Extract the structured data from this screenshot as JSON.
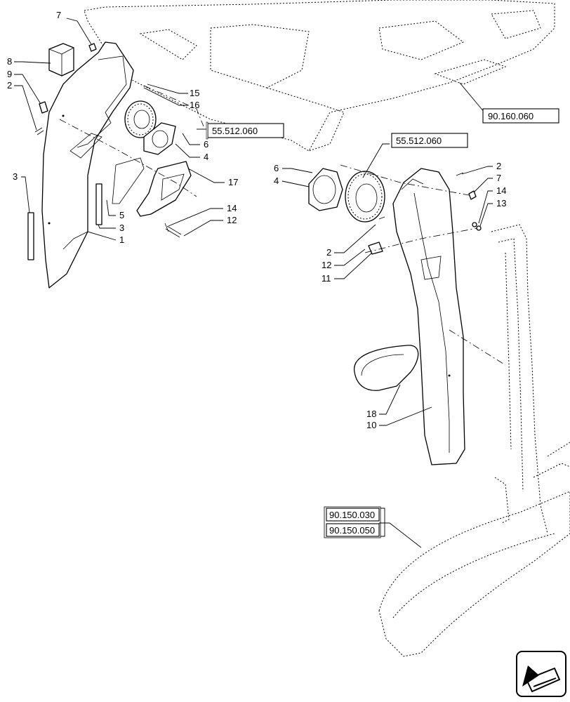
{
  "callouts": {
    "left": {
      "n7": "7",
      "n8": "8",
      "n9": "9",
      "n2": "2",
      "n3a": "3",
      "n15": "15",
      "n16": "16",
      "n6": "6",
      "n4": "4",
      "n17": "17",
      "n5": "5",
      "n3b": "3",
      "n1": "1",
      "n14": "14",
      "n12": "12"
    },
    "right": {
      "n6": "6",
      "n4": "4",
      "n2a": "2",
      "n7": "7",
      "n14": "14",
      "n13": "13",
      "n2b": "2",
      "n12": "12",
      "n11": "11",
      "n18": "18",
      "n10": "10"
    }
  },
  "references": {
    "roof": "90.160.060",
    "speaker_left": "55.512.060",
    "speaker_right": "55.512.060",
    "cab_a": "90.150.030",
    "cab_b": "90.150.050"
  },
  "navigation": {
    "icon": "arrow-icon"
  }
}
